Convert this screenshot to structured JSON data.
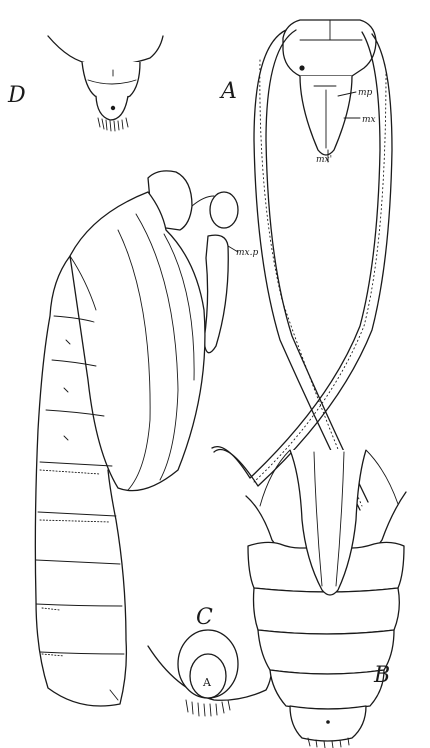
{
  "panels": {
    "A": "A",
    "B": "B",
    "C": "C",
    "D": "D"
  },
  "labels": {
    "mp": "mp",
    "mx": "mx",
    "mx_prime": "mx'",
    "mxp": "mx.p",
    "anal_mark": "A"
  }
}
